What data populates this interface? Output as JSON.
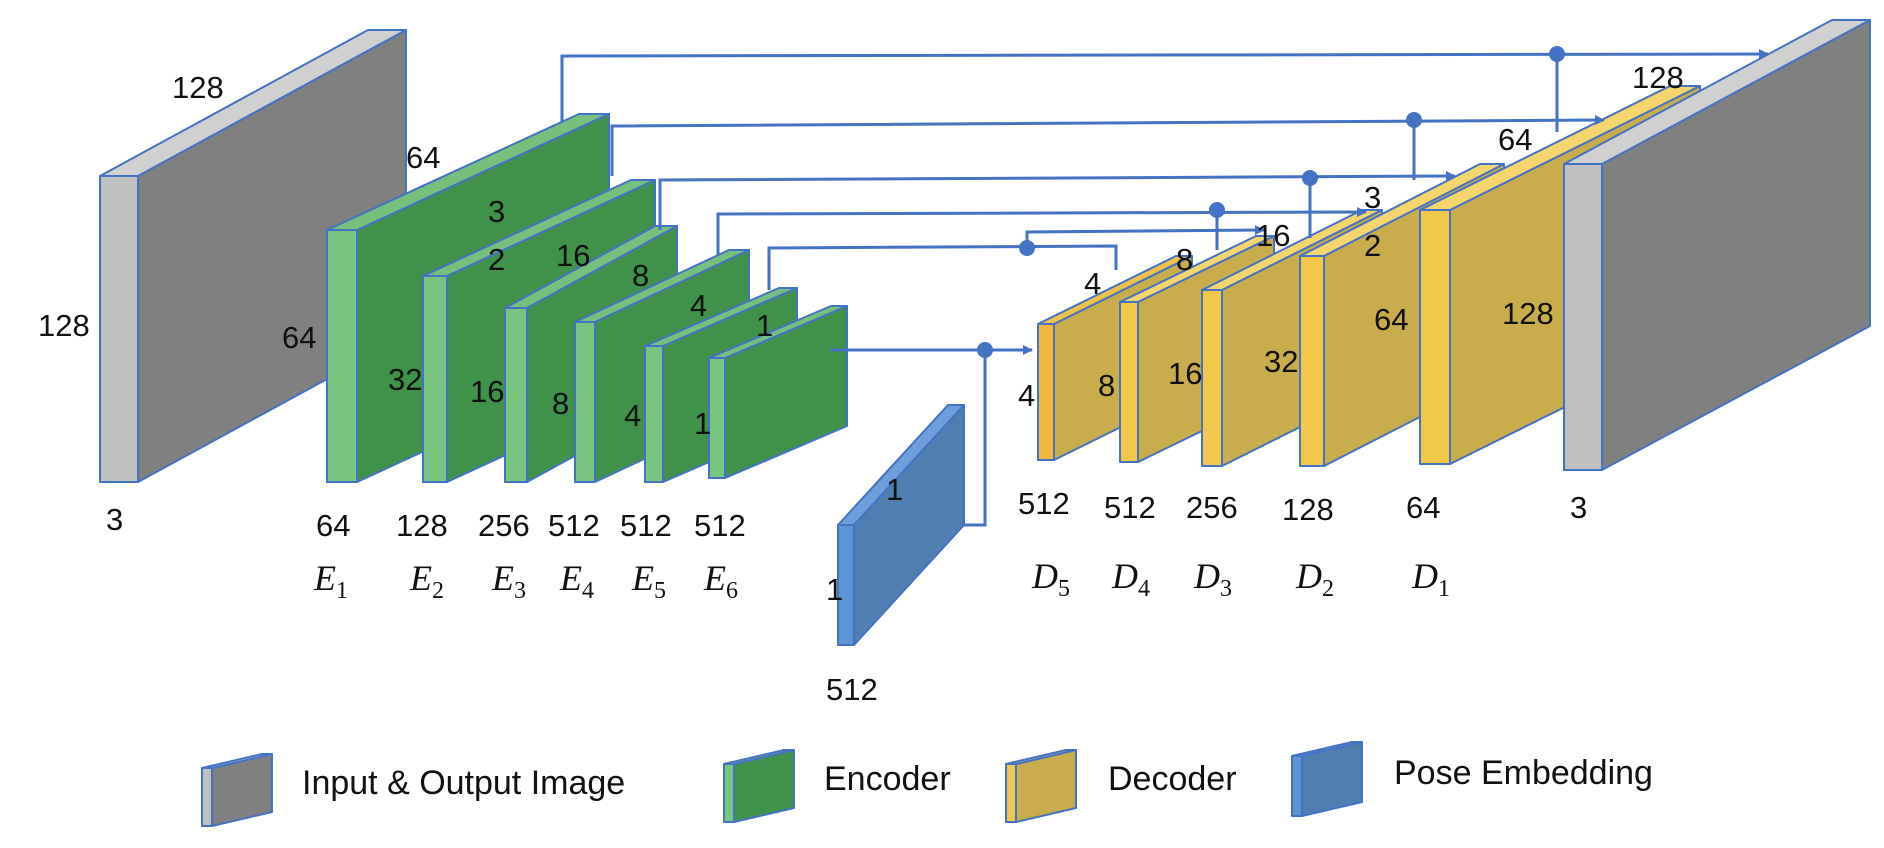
{
  "colors": {
    "image": {
      "front": "#c0c0c0",
      "top": "#d0d0d0",
      "side": "#808080"
    },
    "encoder": {
      "front": "#77c57e",
      "top": "#76c07c",
      "side": "#40924a"
    },
    "decoder": {
      "front": "#f2c84a",
      "top": "#f4d56e",
      "side": "#c9ad4c"
    },
    "decoder_d5": {
      "front": "#f2b83c",
      "top": "#f0c048",
      "side": "#c9ad4c"
    },
    "pose": {
      "front": "#5e94d4",
      "top": "#6f9edc",
      "side": "#4f7eb0"
    },
    "edge": "#4472c4",
    "arrow": "#4472c4"
  },
  "input_block": {
    "top_label": "128",
    "side_label": "128",
    "channels": "3"
  },
  "output_block": {
    "top_label": "128",
    "channels": "3"
  },
  "encoder_blocks": [
    {
      "name": "E",
      "sub": "1",
      "depth_label": "64",
      "height_label": "64",
      "channels": "64"
    },
    {
      "name": "E",
      "sub": "2",
      "depth_label": "3",
      "height_label": "32",
      "channels": "128"
    },
    {
      "name": "E",
      "sub": "3",
      "depth_label": "16",
      "height_label": "16",
      "channels": "256"
    },
    {
      "name": "E",
      "sub": "4",
      "depth_label": "8",
      "height_label": "8",
      "channels": "512"
    },
    {
      "name": "E",
      "sub": "5",
      "depth_label": "4",
      "height_label": "4",
      "channels": "512"
    },
    {
      "name": "E",
      "sub": "6",
      "depth_label": "1",
      "height_label": "1",
      "channels": "512"
    }
  ],
  "encoder_extra_label": "2",
  "pose_block": {
    "depth_label": "1",
    "height_label": "1",
    "channels": "512"
  },
  "decoder_blocks": [
    {
      "name": "D",
      "sub": "5",
      "depth_label": "4",
      "height_label": "4",
      "channels": "512"
    },
    {
      "name": "D",
      "sub": "4",
      "depth_label": "8",
      "height_label": "8",
      "channels": "512"
    },
    {
      "name": "D",
      "sub": "3",
      "depth_label": "16",
      "height_label": "16",
      "channels": "256"
    },
    {
      "name": "D",
      "sub": "2",
      "depth_label": "3",
      "height_label": "32",
      "channels": "128"
    },
    {
      "name": "D",
      "sub": "1",
      "depth_label": "64",
      "height_label": "64",
      "channels": "64"
    }
  ],
  "decoder_extra_labels": {
    "d2_second": "2",
    "d1_height": "128"
  },
  "legend": [
    {
      "key": "image",
      "label": "Input & Output Image"
    },
    {
      "key": "encoder",
      "label": "Encoder"
    },
    {
      "key": "decoder",
      "label": "Decoder"
    },
    {
      "key": "pose",
      "label": "Pose Embedding"
    }
  ]
}
